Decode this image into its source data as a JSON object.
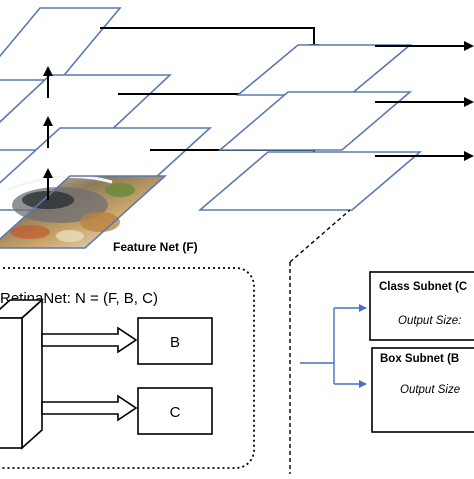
{
  "feature_net": {
    "label": "Feature Net (F)"
  },
  "retinanet": {
    "formula": "RetinaNet: N = (F, B, C)",
    "box_b_label": "B",
    "box_c_label": "C"
  },
  "class_subnet": {
    "title": "Class Subnet (C",
    "output": "Output Size:"
  },
  "box_subnet": {
    "title": "Box Subnet (B",
    "output": "Output Size"
  },
  "colors": {
    "plane_stroke": "#5b7ab0",
    "flow_arrow": "#4472c4",
    "black": "#000000"
  }
}
